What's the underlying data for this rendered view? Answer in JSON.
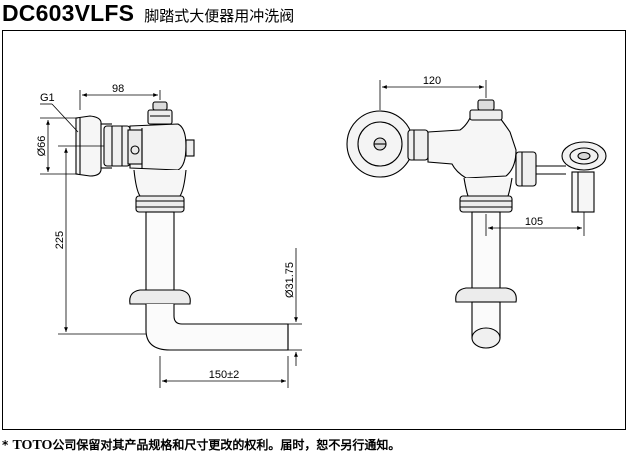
{
  "header": {
    "model": "DC603VLFS",
    "subtitle": "脚踏式大便器用冲洗阀"
  },
  "front_view": {
    "dims": {
      "width_98": "98",
      "thread_g1": "G1",
      "dia_66": "Ø66",
      "height_225": "225",
      "dia_3175": "Ø31.75",
      "len_150": "150±2"
    }
  },
  "side_view": {
    "dims": {
      "width_120": "120",
      "width_105": "105"
    }
  },
  "footer": {
    "mark": "*",
    "brand": "TOTO",
    "note": "公司保留对其产品规格和尺寸更改的权利。届时，恕不另行通知。"
  }
}
